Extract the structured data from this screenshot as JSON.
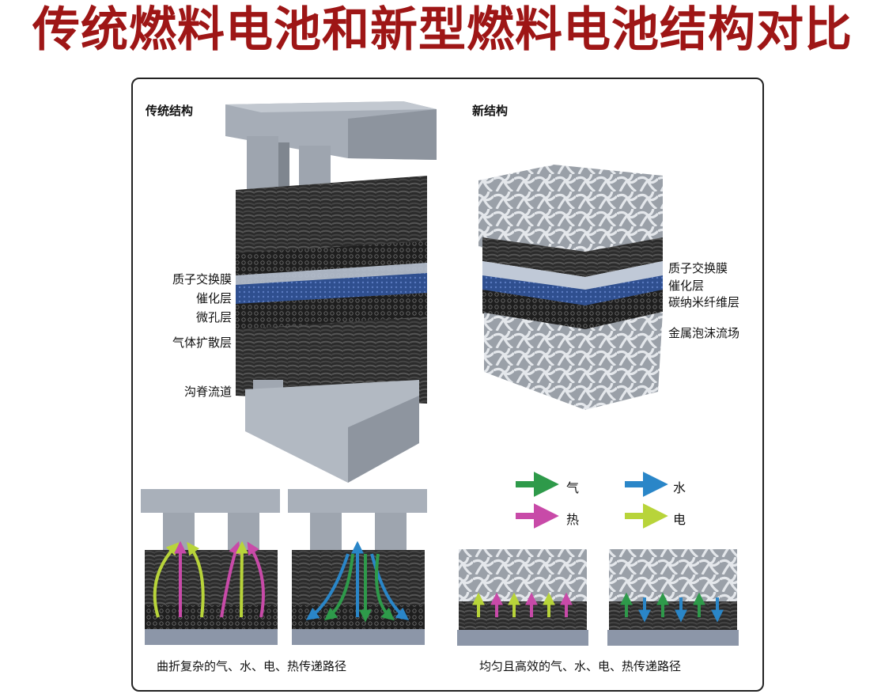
{
  "title": "传统燃料电池和新型燃料电池结构对比",
  "traditional": {
    "heading": "传统结构",
    "labels": [
      "质子交换膜",
      "催化层",
      "微孔层",
      "气体扩散层",
      "沟脊流道"
    ]
  },
  "new_structure": {
    "heading": "新结构",
    "labels": [
      "质子交换膜",
      "催化层",
      "碳纳米纤维层",
      "金属泡沫流场"
    ]
  },
  "legend": [
    {
      "label": "气",
      "color": "#2e9a4a"
    },
    {
      "label": "水",
      "color": "#2a86c8"
    },
    {
      "label": "热",
      "color": "#c84aa8"
    },
    {
      "label": "电",
      "color": "#b8d43a"
    }
  ],
  "captions": {
    "traditional": "曲折复杂的气、水、电、热传递路径",
    "new": "均匀且高效的气、水、电、热传递路径"
  },
  "colors": {
    "title": "#9e1616",
    "metal": "#a9b0ba",
    "fiber": "#2a2a2a",
    "catalyst": "#3a5a9a",
    "foam": "#c8cdd4"
  }
}
